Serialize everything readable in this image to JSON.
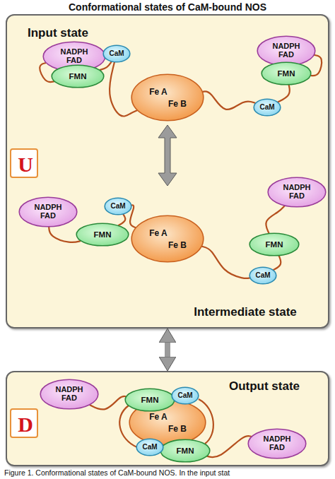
{
  "diagram": {
    "title": "Conformational states of CaM-bound NOS",
    "caption": "Figure 1. Conformational states of CaM-bound NOS. In the input stat",
    "nodes": [
      {
        "text": [
          "Input state",
          "Intermediate state"
        ]
      },
      {
        "text": [
          "U"
        ],
        "in": 0
      },
      {
        "text": [
          "NADPH FAD"
        ],
        "in": 0
      },
      {
        "text": [
          "FMN"
        ],
        "in": 0
      },
      {
        "text": [
          "CaM"
        ],
        "in": 0
      },
      {
        "text": [
          "Fe A",
          "Fe B"
        ],
        "in": 0
      },
      {
        "text": [
          "NADPH FAD"
        ],
        "in": 0
      },
      {
        "text": [
          "FMN"
        ],
        "in": 0
      },
      {
        "text": [
          "CaM"
        ],
        "in": 0
      },
      {
        "text": [
          "NADPH FAD"
        ],
        "in": 0
      },
      {
        "text": [
          "FMN"
        ],
        "in": 0
      },
      {
        "text": [
          "CaM"
        ],
        "in": 0
      },
      {
        "text": [
          "Fe A",
          "Fe B"
        ],
        "in": 0
      },
      {
        "text": [
          "NADPH FAD"
        ],
        "in": 0
      },
      {
        "text": [
          "FMN"
        ],
        "in": 0
      },
      {
        "text": [
          "CaM"
        ],
        "in": 0
      },
      {
        "text": [
          "Output state"
        ]
      },
      {
        "text": [
          "D"
        ],
        "in": 16
      },
      {
        "text": [
          "NADPH FAD"
        ],
        "in": 16
      },
      {
        "text": [
          "FMN"
        ],
        "in": 16
      },
      {
        "text": [
          "CaM"
        ],
        "in": 16
      },
      {
        "text": [
          "Fe A",
          "Fe B"
        ],
        "in": 16
      },
      {
        "text": [
          "CaM"
        ],
        "in": 16
      },
      {
        "text": [
          "FMN"
        ],
        "in": 16
      },
      {
        "text": [
          "NADPH FAD"
        ],
        "in": 16
      }
    ],
    "edges": [
      {
        "from": 2,
        "to": 3,
        "arrow": "none"
      },
      {
        "from": 3,
        "to": 4,
        "arrow": "none"
      },
      {
        "from": 4,
        "to": 5,
        "arrow": "none"
      },
      {
        "from": 5,
        "to": 8,
        "arrow": "none"
      },
      {
        "from": 8,
        "to": 7,
        "arrow": "none"
      },
      {
        "from": 7,
        "to": 6,
        "arrow": "none"
      },
      {
        "from": 9,
        "to": 10,
        "arrow": "none"
      },
      {
        "from": 10,
        "to": 11,
        "arrow": "none"
      },
      {
        "from": 11,
        "to": 12,
        "arrow": "none"
      },
      {
        "from": 12,
        "to": 15,
        "arrow": "none"
      },
      {
        "from": 15,
        "to": 14,
        "arrow": "none"
      },
      {
        "from": 14,
        "to": 13,
        "arrow": "none"
      },
      {
        "from": 18,
        "to": 19,
        "arrow": "none"
      },
      {
        "from": 23,
        "to": 24,
        "arrow": "none"
      },
      {
        "from": 0,
        "to": 16,
        "arrow": "both"
      }
    ]
  }
}
